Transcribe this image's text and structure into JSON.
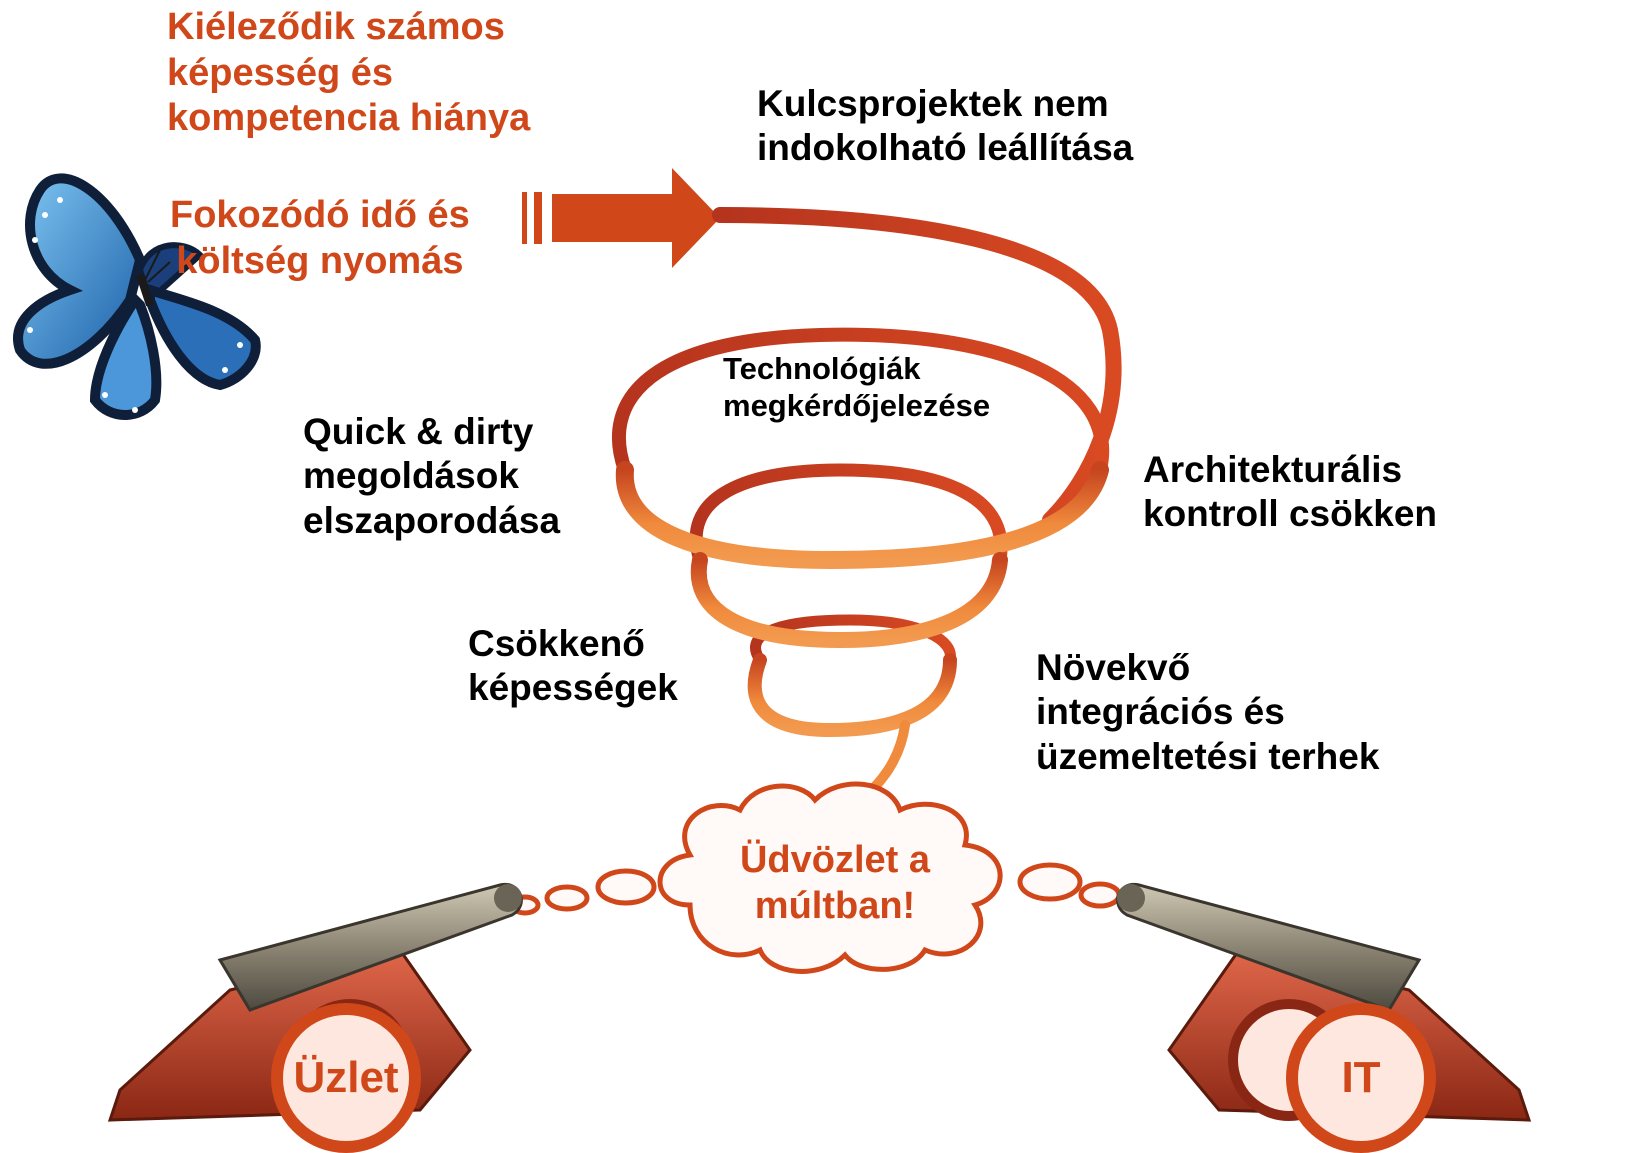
{
  "top_left": {
    "line1": "Kiéleződik számos\nképesség és\nkompetencia hiánya",
    "line2": "Fokozódó idő és\nköltség nyomás"
  },
  "labels": {
    "kulcsprojektek": "Kulcsprojektek nem\nindokolható leállítása",
    "technologiak": "Technológiák\nmegkérdőjelezése",
    "quick_dirty": "Quick & dirty\nmegoldások\nelszaporodása",
    "architekturalis": "Architekturális\nkontroll csökken",
    "csokkeno": "Csökkenő\nképességek",
    "novekvo": "Növekvő\nintegrációs és\nüzemeltetési terhek"
  },
  "cloud": {
    "text": "Üdvözlet a\nmúltban!"
  },
  "cannons": {
    "left_label": "Üzlet",
    "right_label": "IT"
  },
  "colors": {
    "accent": "#d0471a",
    "ribbon_light": "#f08a3c",
    "ribbon_dark": "#a8321a",
    "circle_fill": "#fde7de"
  },
  "icons": [
    "butterfly-icon",
    "arrow-right-icon",
    "spiral-ribbon",
    "thought-cloud",
    "cannon-left",
    "cannon-right"
  ]
}
